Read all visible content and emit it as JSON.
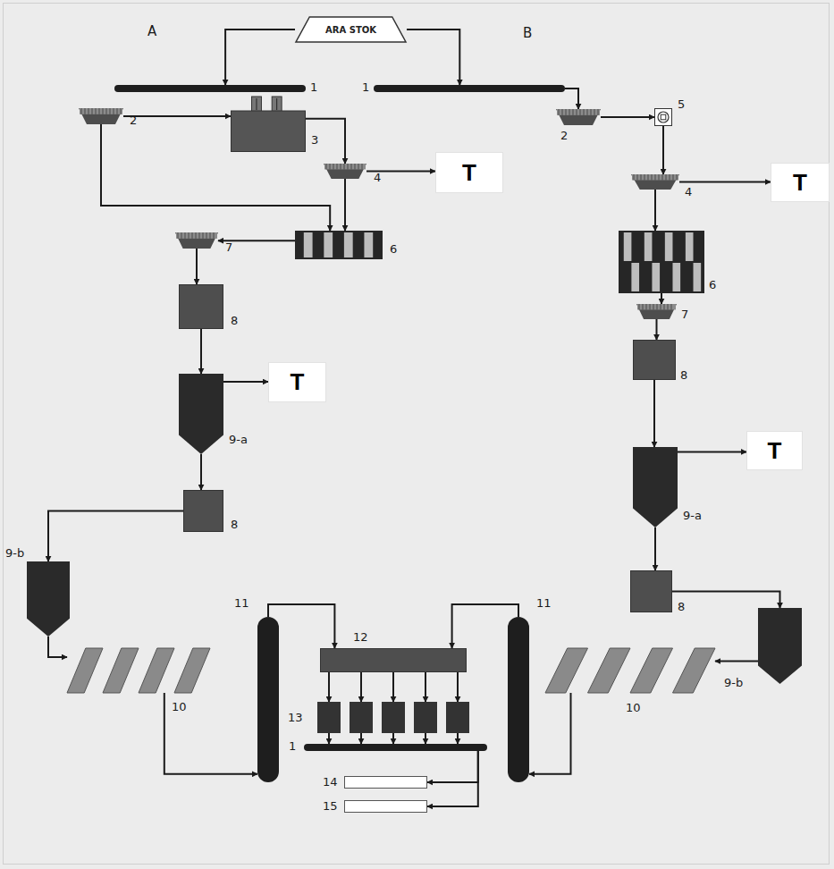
{
  "diagram": {
    "nodes": [
      {
        "text": [
          "ARA STOK"
        ]
      },
      {
        "text": [
          "1"
        ]
      },
      {
        "text": [
          "1"
        ]
      },
      {
        "text": [
          "2"
        ]
      },
      {
        "text": [
          "3"
        ]
      },
      {
        "text": [
          "4"
        ]
      },
      {
        "text": [
          "T"
        ]
      },
      {
        "text": [
          "6"
        ]
      },
      {
        "text": [
          "7"
        ]
      },
      {
        "text": [
          "8"
        ]
      },
      {
        "text": [
          "9-a"
        ]
      },
      {
        "text": [
          "T"
        ]
      },
      {
        "text": [
          "8"
        ]
      },
      {
        "text": [
          "9-b"
        ]
      },
      {
        "text": [
          "10"
        ]
      },
      {
        "text": [
          "11"
        ]
      },
      {
        "text": [
          "12"
        ]
      },
      {
        "text": [
          "13"
        ]
      },
      {
        "text": [
          "1"
        ]
      },
      {
        "text": [
          "14"
        ]
      },
      {
        "text": [
          "15"
        ]
      },
      {
        "text": [
          "11"
        ]
      },
      {
        "text": [
          "2"
        ]
      },
      {
        "text": [
          "5"
        ]
      },
      {
        "text": [
          "4"
        ]
      },
      {
        "text": [
          "T"
        ]
      },
      {
        "text": [
          "6"
        ]
      },
      {
        "text": [
          "7"
        ]
      },
      {
        "text": [
          "8"
        ]
      },
      {
        "text": [
          "T"
        ]
      },
      {
        "text": [
          "9-a"
        ]
      },
      {
        "text": [
          "8"
        ]
      },
      {
        "text": [
          "9-b"
        ]
      },
      {
        "text": [
          "10"
        ]
      }
    ],
    "edges": [
      {
        "from": 0,
        "to": 1,
        "arrow": "to"
      },
      {
        "from": 0,
        "to": 2,
        "arrow": "to"
      },
      {
        "from": 3,
        "to": 4,
        "arrow": "to"
      },
      {
        "from": 4,
        "to": 5,
        "arrow": "to"
      },
      {
        "from": 3,
        "to": 7,
        "arrow": "to"
      },
      {
        "from": 5,
        "to": 7,
        "arrow": "to"
      },
      {
        "from": 5,
        "to": 6,
        "arrow": "to"
      },
      {
        "from": 7,
        "to": 8,
        "arrow": "to"
      },
      {
        "from": 8,
        "to": 9,
        "arrow": "to"
      },
      {
        "from": 9,
        "to": 10,
        "arrow": "to"
      },
      {
        "from": 10,
        "to": 11,
        "arrow": "to"
      },
      {
        "from": 10,
        "to": 12,
        "arrow": "to"
      },
      {
        "from": 12,
        "to": 13,
        "arrow": "to"
      },
      {
        "from": 13,
        "to": 14,
        "arrow": "to"
      },
      {
        "from": 14,
        "to": 15,
        "arrow": "to"
      },
      {
        "from": 15,
        "to": 16,
        "arrow": "to"
      },
      {
        "from": 16,
        "to": 17,
        "arrow": "to"
      },
      {
        "from": 17,
        "to": 18,
        "arrow": "to"
      },
      {
        "from": 18,
        "to": 19,
        "arrow": "to"
      },
      {
        "from": 18,
        "to": 20,
        "arrow": "to"
      },
      {
        "from": 21,
        "to": 16,
        "arrow": "to"
      },
      {
        "from": 33,
        "to": 21,
        "arrow": "to"
      },
      {
        "from": 32,
        "to": 33,
        "arrow": "to"
      },
      {
        "from": 31,
        "to": 32,
        "arrow": "to"
      },
      {
        "from": 30,
        "to": 31,
        "arrow": "to"
      },
      {
        "from": 30,
        "to": 29,
        "arrow": "to"
      },
      {
        "from": 28,
        "to": 30,
        "arrow": "to"
      },
      {
        "from": 27,
        "to": 28,
        "arrow": "to"
      },
      {
        "from": 26,
        "to": 27,
        "arrow": "to"
      },
      {
        "from": 24,
        "to": 26,
        "arrow": "to"
      },
      {
        "from": 24,
        "to": 25,
        "arrow": "to"
      },
      {
        "from": 23,
        "to": 24,
        "arrow": "to"
      },
      {
        "from": 22,
        "to": 23,
        "arrow": "to"
      },
      {
        "from": 2,
        "to": 22,
        "arrow": "to"
      }
    ],
    "labels": [
      "A",
      "B"
    ]
  }
}
